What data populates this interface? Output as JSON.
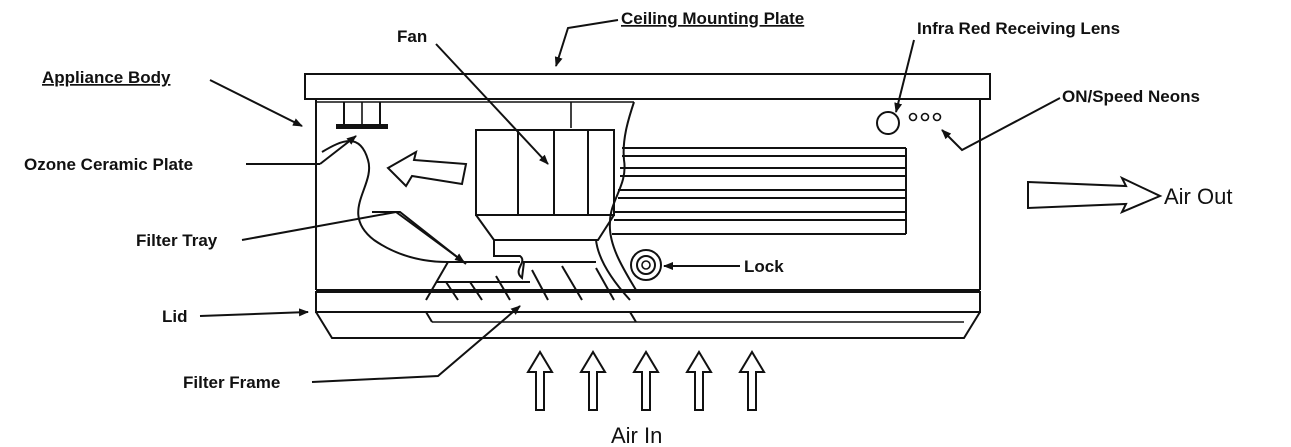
{
  "labels": {
    "ceiling_mounting_plate": "Ceiling Mounting Plate",
    "infra_red_receiving_lens": "Infra Red Receiving Lens",
    "fan": "Fan",
    "appliance_body": "Appliance Body",
    "on_speed_neons": "ON/Speed Neons",
    "ozone_ceramic_plate": "Ozone Ceramic Plate",
    "air_out": "Air Out",
    "filter_tray": "Filter Tray",
    "lock": "Lock",
    "lid": "Lid",
    "filter_frame": "Filter Frame",
    "air_in": "Air In"
  }
}
